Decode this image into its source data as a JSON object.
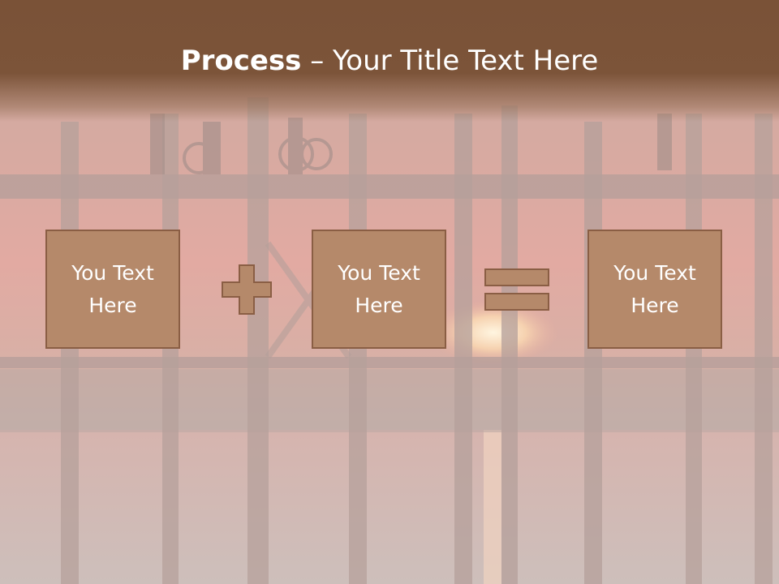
{
  "slide": {
    "title_bold": "Process",
    "title_rest": " – Your Title Text Here",
    "boxes": [
      {
        "label": "You Text Here"
      },
      {
        "label": "You Text Here"
      },
      {
        "label": "You Text Here"
      }
    ],
    "operators": [
      "plus-icon",
      "equals-icon"
    ],
    "colors": {
      "title_band": "#7a5237",
      "box_fill": "#b5896a",
      "box_border": "#8a5e44",
      "text": "#ffffff"
    }
  }
}
